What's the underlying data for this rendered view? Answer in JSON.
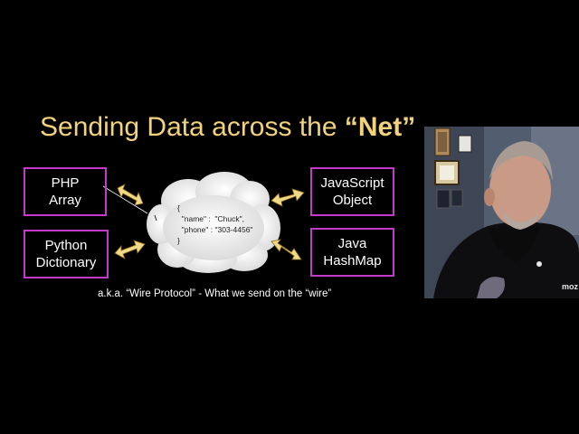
{
  "title": {
    "part1": "Sending Data across the ",
    "part2": "“Net”"
  },
  "boxes": {
    "php": [
      "PHP",
      "Array"
    ],
    "python": [
      "Python",
      "Dictionary"
    ],
    "javascript": [
      "JavaScript",
      "Object"
    ],
    "java": [
      "Java",
      "HashMap"
    ]
  },
  "cloud": {
    "lines": [
      "{",
      "  \"name\" :  \"Chuck\",",
      "  \"phone\" : \"303-4456\"",
      "}"
    ]
  },
  "caption": "a.k.a.  “Wire Protocol” - What we send on the “wire”",
  "webcam": {
    "shirt_text": "moz"
  },
  "colors": {
    "title": "#F2D27A",
    "box_border": "#C23AC8",
    "arrow": "#F1D98A",
    "cloud": "#E6E6E6"
  }
}
